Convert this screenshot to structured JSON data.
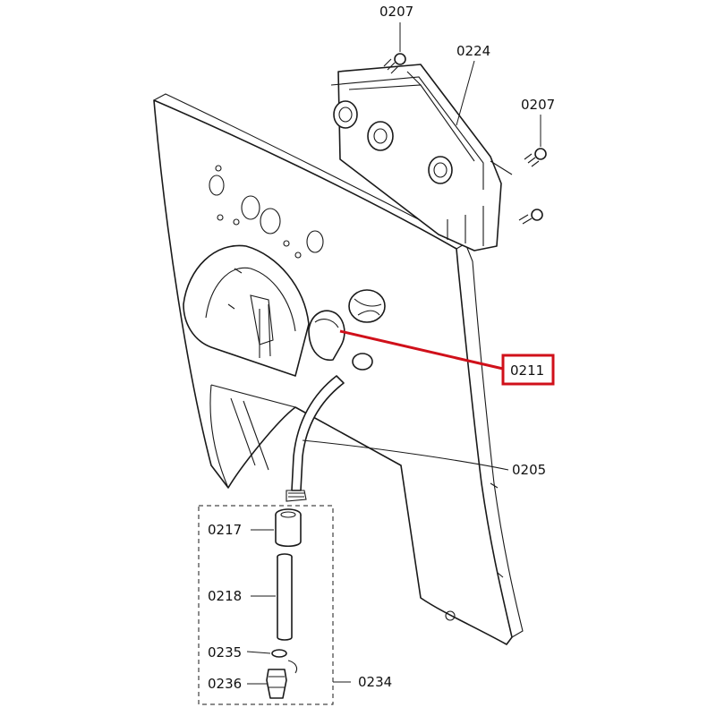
{
  "highlight_color": "#d0101a",
  "callouts": {
    "c0207_top": "0207",
    "c0224": "0224",
    "c0207_right": "0207",
    "c0211": "0211",
    "c0205": "0205",
    "c0217": "0217",
    "c0218": "0218",
    "c0235": "0235",
    "c0236": "0236",
    "c0234": "0234"
  }
}
